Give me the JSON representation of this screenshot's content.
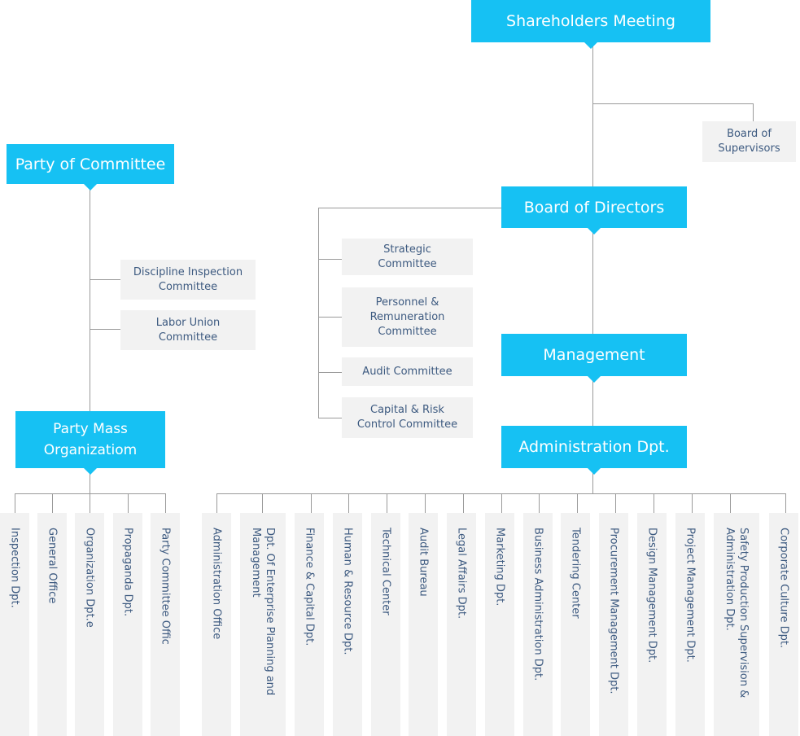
{
  "top": {
    "shareholders": "Shareholders Meeting",
    "supervisors": "Board of\nSupervisors",
    "directors": "Board of Directors",
    "management": "Management",
    "administration": "Administration Dpt."
  },
  "board_committees": [
    "Strategic\nCommittee",
    "Personnel &\nRemuneration\nCommittee",
    "Audit Committee",
    "Capital & Risk\nControl Committee"
  ],
  "party": {
    "committee": "Party of Committee",
    "discipline": "Discipline Inspection\nCommittee",
    "labor": "Labor Union\nCommittee",
    "mass": "Party Mass\nOrganizatiom"
  },
  "party_depts": [
    "Inspection Dpt.",
    "General Office",
    "Organization Dpt.e",
    "Propaganda Dpt.",
    "Party Committee Offic"
  ],
  "admin_depts": [
    "Administration Office",
    "Dpt. Of Enterprise Planning and\nManagement",
    "Finance & Capital Dpt.",
    "Human & Resource Dpt.",
    "Technical Center",
    "Audit Bureau",
    "Legal Affairs Dpt.",
    "Marketing Dpt.",
    "Business Administration Dpt.",
    "Tendering Center",
    "Procurement Management Dpt.",
    "Design Management Dpt.",
    "Project Management Dpt.",
    "Safety Production Supervision &\nAdministration Dpt.",
    "Corporate Culture Dpt."
  ]
}
